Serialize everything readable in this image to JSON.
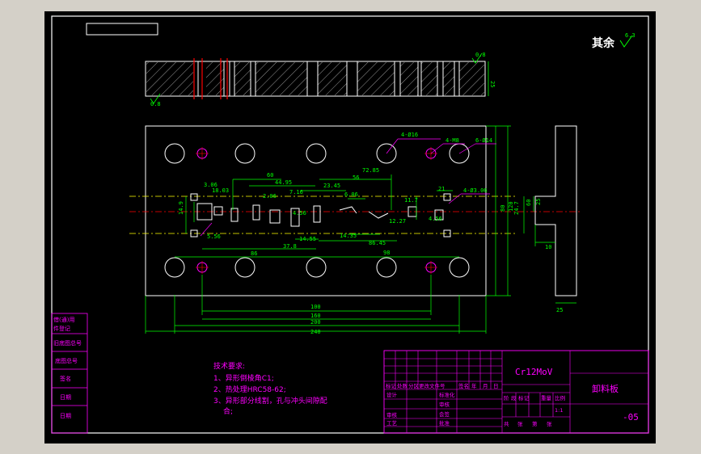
{
  "colors": {
    "background": "#000000",
    "frame": "#ffffff",
    "outline": "#ffffff",
    "dimension": "#00ff00",
    "centerline": "#ffff00",
    "leader": "#ff00ff",
    "hatch": "#ffffff",
    "section_mark": "#ff0000",
    "title_block": "#ff00ff",
    "title_text": "#ff00ff"
  },
  "roughness": {
    "label": "其余",
    "value": "6.3"
  },
  "side_view": {
    "height_dim": "25",
    "roughness_top": "0.8",
    "roughness_bottom": "0.8"
  },
  "plan_dims": {
    "d60": "60",
    "d44_95": "44.95",
    "d7_16": "7.16",
    "d23_45": "23.45",
    "d56": "56",
    "d72_85": "72.85",
    "d3_06": "3.06",
    "d18_03": "18.03",
    "d2_06": "2.06",
    "d6_06": "6.06",
    "d21": "21",
    "d11_7": "11.7",
    "d4_03_06": "4-Ø3.06",
    "d4_016": "4-Ø16",
    "d4_m8": "4-M8",
    "d6_014": "6-Ø14",
    "d12_27": "12.27",
    "d4_56": "4.56",
    "d5_56": "5.56",
    "d4_56b": "4.56",
    "d14_55": "14.55",
    "d14_35": "14.35",
    "d86_45": "86.45",
    "d37_8": "37.8",
    "d86": "86",
    "d98": "98",
    "d100": "100",
    "d160": "160",
    "d200": "200",
    "d240": "240",
    "d60r": "60",
    "d80": "80",
    "d120": "120",
    "d24_7": "24.7",
    "d14_9": "14.9"
  },
  "end_view": {
    "d25_top": "25",
    "d10": "10",
    "d25_bottom": "25"
  },
  "tech_notes": {
    "title": "技术要求:",
    "items": [
      "1、异形倒棱角C1;",
      "2、热处理HRC58-62;",
      "3、异形部分线割，孔与冲头间隙配",
      "合;"
    ]
  },
  "revision_cells": [
    "借(通)用",
    "件登记",
    "旧底图总号",
    "底图总号",
    "签名",
    "日期",
    "日期"
  ],
  "title_block": {
    "material": "Cr12MoV",
    "part_name": "卸料板",
    "drawing_no": "-05",
    "header_cols": [
      "标记",
      "处数",
      "分区",
      "更改文件号",
      "签名",
      "年",
      "月",
      "日"
    ],
    "roles_left": [
      "设计",
      "审核",
      "工艺"
    ],
    "roles_mid": [
      "标准化",
      "审核",
      "会签",
      "批准"
    ],
    "stage_cols": [
      "阶",
      "段",
      "标",
      "记",
      "重量",
      "比例"
    ],
    "scale": "1:1",
    "sheets": [
      "共",
      "张",
      "第",
      "张"
    ]
  }
}
